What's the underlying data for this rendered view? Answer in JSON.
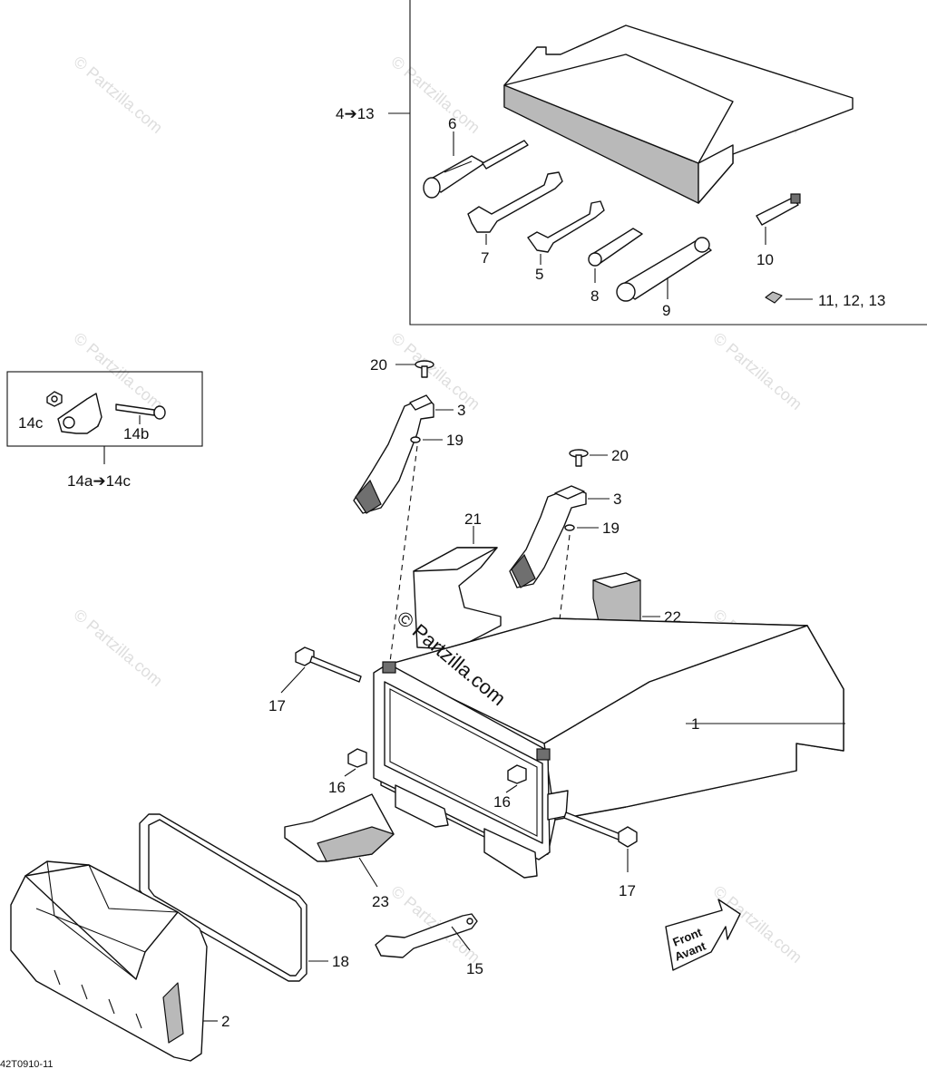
{
  "diagram": {
    "drawing_code": "42T0910-11",
    "watermark": "© Partzilla.com",
    "front_arrow": {
      "line1": "Front",
      "line2": "Avant"
    },
    "callouts": {
      "kit_range": "4➔13",
      "p6": "6",
      "p7": "7",
      "p5": "5",
      "p8": "8",
      "p9": "9",
      "p10": "10",
      "p11_13": "11, 12, 13",
      "p20a": "20",
      "p3a": "3",
      "p19a": "19",
      "p20b": "20",
      "p3b": "3",
      "p19b": "19",
      "p21": "21",
      "p22": "22",
      "p1": "1",
      "p17a": "17",
      "p17b": "17",
      "p16a": "16",
      "p16b": "16",
      "p23": "23",
      "p18": "18",
      "p15": "15",
      "p2": "2",
      "p14c": "14c",
      "p14b": "14b",
      "p14_range": "14a➔14c"
    }
  }
}
